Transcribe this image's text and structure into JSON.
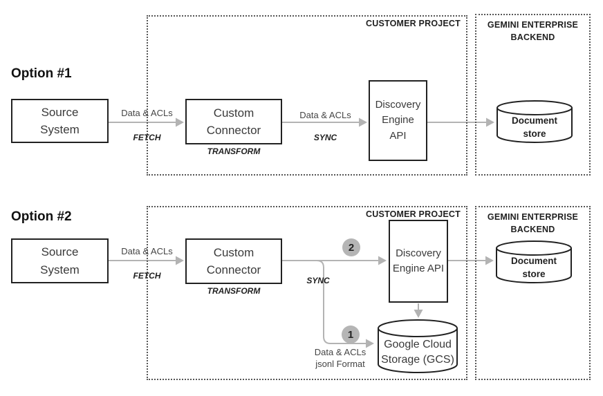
{
  "colors": {
    "box_border": "#212121",
    "arrow_gray": "#b3b3b3",
    "badge_gray": "#b5b5b5",
    "zone_dotted": "#555555"
  },
  "option1": {
    "heading": "Option #1",
    "customer_project": "CUSTOMER PROJECT",
    "backend_line1": "GEMINI ENTERPRISE",
    "backend_line2": "BACKEND",
    "source_line1": "Source",
    "source_line2": "System",
    "fetch_label": "Data & ACLs",
    "fetch_verb": "FETCH",
    "connector_line1": "Custom",
    "connector_line2": "Connector",
    "transform_verb": "TRANSFORM",
    "sync_label": "Data & ACLs",
    "sync_verb": "SYNC",
    "discovery_line1": "Discovery",
    "discovery_line2": "Engine",
    "discovery_line3": "API",
    "store_line1": "Document",
    "store_line2": "store"
  },
  "option2": {
    "heading": "Option #2",
    "customer_project": "CUSTOMER PROJECT",
    "backend_line1": "GEMINI ENTERPRISE",
    "backend_line2": "BACKEND",
    "source_line1": "Source",
    "source_line2": "System",
    "fetch_label": "Data & ACLs",
    "fetch_verb": "FETCH",
    "connector_line1": "Custom",
    "connector_line2": "Connector",
    "transform_verb": "TRANSFORM",
    "sync_verb": "SYNC",
    "badge_2": "2",
    "badge_1": "1",
    "discovery_line1": "Discovery",
    "discovery_line2": "Engine API",
    "gcs_line1": "Google Cloud",
    "gcs_line2": "Storage (GCS)",
    "gcs_label_line1": "Data & ACLs",
    "gcs_label_line2": "jsonl Format",
    "store_line1": "Document",
    "store_line2": "store"
  }
}
